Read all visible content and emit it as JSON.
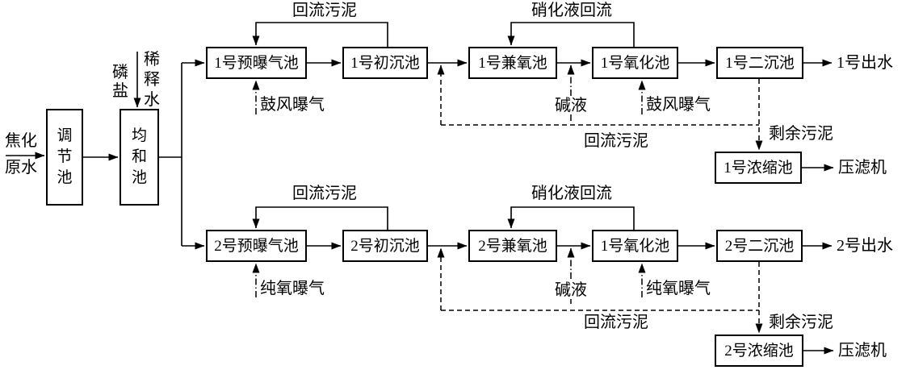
{
  "influent": {
    "label_top": "焦化",
    "label_bottom": "原水"
  },
  "pretreatment": {
    "regulating_tank": "调节池",
    "equalization_tank": "均和池",
    "phosphate_label": "磷盐",
    "dilution_water_label": "稀释水"
  },
  "line1": {
    "pre_aeration_tank": "1号预曝气池",
    "primary_sedimentation_tank": "1号初沉池",
    "facultative_tank": "1号兼氧池",
    "oxidation_tank": "1号氧化池",
    "secondary_sedimentation_tank": "1号二沉池",
    "sludge_return_top_label": "回流污泥",
    "nitrified_liquor_return_label": "硝化液回流",
    "pre_aeration_air_label": "鼓风曝气",
    "alkali_label": "碱液",
    "oxidation_air_label": "鼓风曝气",
    "effluent_label": "1号出水",
    "sludge_return_bottom_label": "回流污泥",
    "excess_sludge_label": "剩余污泥",
    "thickening_tank": "1号浓缩池",
    "filter_press_label": "压滤机"
  },
  "line2": {
    "pre_aeration_tank": "2号预曝气池",
    "primary_sedimentation_tank": "2号初沉池",
    "facultative_tank": "2号兼氧池",
    "oxidation_tank": "1号氧化池",
    "secondary_sedimentation_tank": "2号二沉池",
    "sludge_return_top_label": "回流污泥",
    "nitrified_liquor_return_label": "硝化液回流",
    "pre_aeration_air_label": "纯氧曝气",
    "alkali_label": "碱液",
    "oxidation_air_label": "纯氧曝气",
    "effluent_label": "2号出水",
    "sludge_return_bottom_label": "回流污泥",
    "excess_sludge_label": "剩余污泥",
    "thickening_tank": "2号浓缩池",
    "filter_press_label": "压滤机"
  },
  "colors": {
    "line": "#000000",
    "background": "#ffffff"
  }
}
